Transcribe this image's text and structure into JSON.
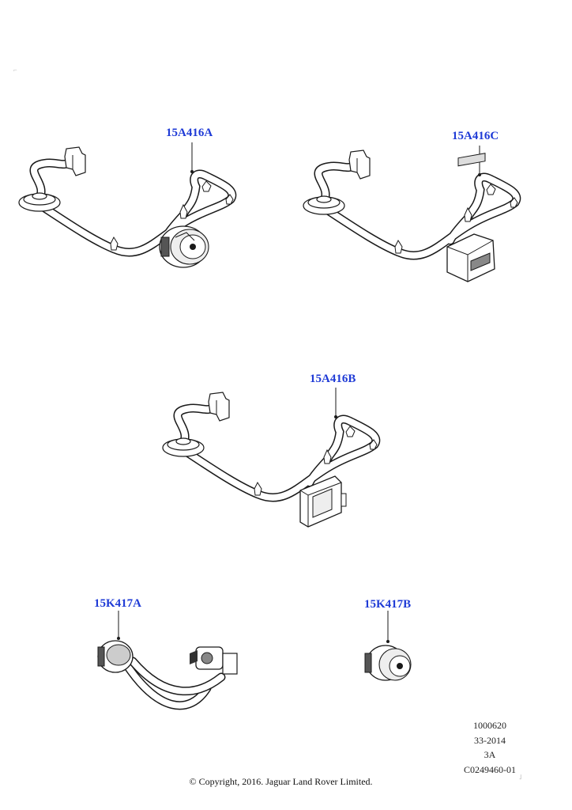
{
  "labels": {
    "harness_a": "15A416A",
    "harness_c": "15A416C",
    "harness_b": "15A416B",
    "socket_a": "15K417A",
    "socket_b": "15K417B"
  },
  "meta": {
    "line1": "1000620",
    "line2": "33-2014",
    "line3": "3A",
    "line4": "C0249460-01"
  },
  "copyright": "© Copyright, 2016. Jaguar Land Rover Limited.",
  "colors": {
    "label_blue": "#1f3bd6",
    "outline": "#1a1a1a",
    "fill": "#ffffff"
  }
}
